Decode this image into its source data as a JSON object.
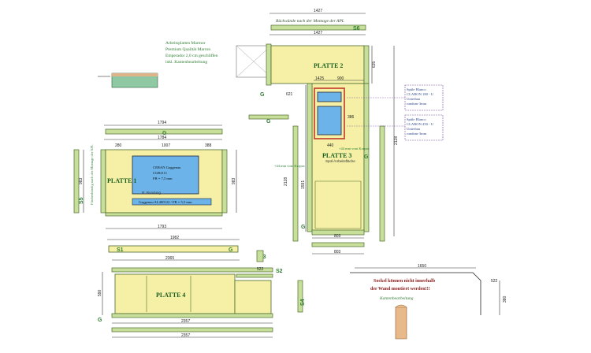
{
  "header_note": {
    "lines": [
      "Arbeitsplatten Marmor",
      "Premium Qualität Marron",
      "Emperador 2,0 cm geschliffen",
      "inkl. Kantenbearbeitung"
    ]
  },
  "backsplash_title": "Rückwände nach der Montage der APL",
  "labels": {
    "s6": "S6",
    "s1": "S1",
    "s2": "S2",
    "s3": "S3",
    "s4": "S4",
    "s5": "S5",
    "plate1": "PLATTE 1",
    "plate2": "PLATTE 2",
    "plate3": "PLATTE 3",
    "plate4": "PLATTE 4",
    "plate3_sub": "Spül-/Arbeitsfläche",
    "cooktop_1": "CERAN Gaggenau",
    "cooktop_2": "CI492111",
    "cooktop_3": "FB = 7,5 mm",
    "downdraft": "Gaggenau AL400122 / FB = 5,5 mm",
    "rundung": "R: Rundung",
    "wall_note_left": "Flächenbündig nach der Montage der APL",
    "koerpus_note_1": "+44 mm vom Korpus",
    "koerpus_note_2": "+44 mm vom Korpus",
    "sink_note_1": [
      "Spüle Blanco",
      "CLARON 180 - U",
      "Unterbau",
      "rundum-3mm"
    ],
    "sink_note_2": [
      "Spüle Blanco",
      "CLARON 450 - U",
      "Unterbau",
      "rundum-3mm"
    ],
    "socket_warning_1": "Sockel können nicht innerhalb",
    "socket_warning_2": "der Wand montiert werden!!!",
    "edge_note": "Kantenbearbeitung",
    "g": "G"
  },
  "dimensions": {
    "d1427a": "1427",
    "d1427b": "1427",
    "d1425": "1425",
    "d1794": "1794",
    "d1784": "1784",
    "d1007": "1007",
    "d280": "280",
    "d388": "388",
    "d1793": "1793",
    "d1982": "1982",
    "d2365": "2365",
    "d2357a": "2357",
    "d2357b": "2357",
    "d2128a": "2128",
    "d2128b": "2128",
    "d1591": "1591",
    "d803a": "803",
    "d803b": "803",
    "d900": "900",
    "d635": "635",
    "d621": "621",
    "d983a": "983",
    "d983b": "983",
    "d590": "590",
    "d522a": "522",
    "d522b": "522",
    "d440": "440",
    "d386": "386",
    "d1650": "1650",
    "d380": "380"
  }
}
